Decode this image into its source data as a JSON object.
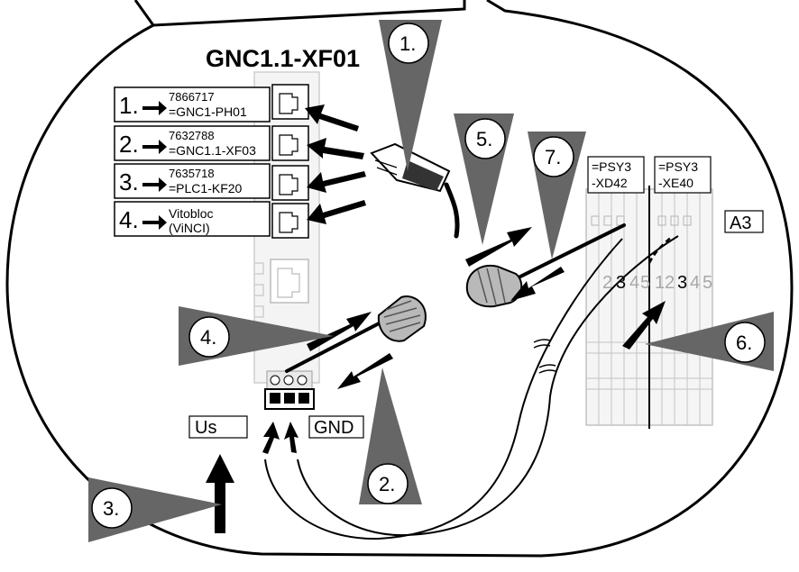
{
  "device_title": "GNC1.1-XF01",
  "ports": [
    {
      "num": "1.",
      "code": "7866717",
      "ref": "=GNC1-PH01"
    },
    {
      "num": "2.",
      "code": "7632788",
      "ref": "=GNC1.1-XF03"
    },
    {
      "num": "3.",
      "code": "7635718",
      "ref": "=PLC1-KF20"
    },
    {
      "num": "4.",
      "code": "Vitobloc",
      "ref": "(ViNCI)"
    }
  ],
  "terminal_blocks": [
    {
      "line1": "=PSY3",
      "line2": "-XD42"
    },
    {
      "line1": "=PSY3",
      "line2": "-XE40"
    }
  ],
  "rail_label": "A3",
  "terminal_numbers": [
    "1",
    "2",
    "3",
    "4",
    "5"
  ],
  "supply_labels": {
    "us": "Us",
    "gnd": "GND"
  },
  "steps": [
    "1.",
    "2.",
    "3.",
    "4.",
    "5.",
    "6.",
    "7."
  ]
}
